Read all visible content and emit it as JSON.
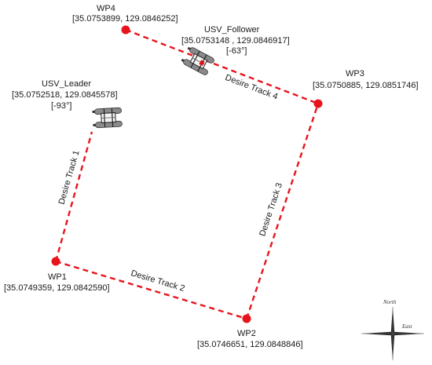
{
  "colors": {
    "track": "#e8141c",
    "waypoint": "#e8141c",
    "text": "#1a1a1a"
  },
  "waypoints": {
    "wp1": {
      "name": "WP1",
      "coords": "[35.0749359, 129.0842590]"
    },
    "wp2": {
      "name": "WP2",
      "coords": "[35.0746651, 129.0848846]"
    },
    "wp3": {
      "name": "WP3",
      "coords": "[35.0750885, 129.0851746]"
    },
    "wp4": {
      "name": "WP4",
      "coords": "[35.0753899, 129.0846252]"
    }
  },
  "tracks": {
    "t1": "Desire Track 1",
    "t2": "Desire Track 2",
    "t3": "Desire Track 3",
    "t4": "Desire Track 4"
  },
  "vessels": {
    "leader": {
      "name": "USV_Leader",
      "coords": "[35.0752518, 129.0845578]",
      "heading": "[-93°]",
      "icon": "usv-catamaran-icon"
    },
    "follower": {
      "name": "USV_Follower",
      "coords": "[35.0753148 , 129.0846917]",
      "heading": "[-63°]",
      "icon": "usv-catamaran-icon"
    }
  },
  "compass": {
    "north": "North",
    "east": "East",
    "icon": "compass-rose-icon"
  }
}
